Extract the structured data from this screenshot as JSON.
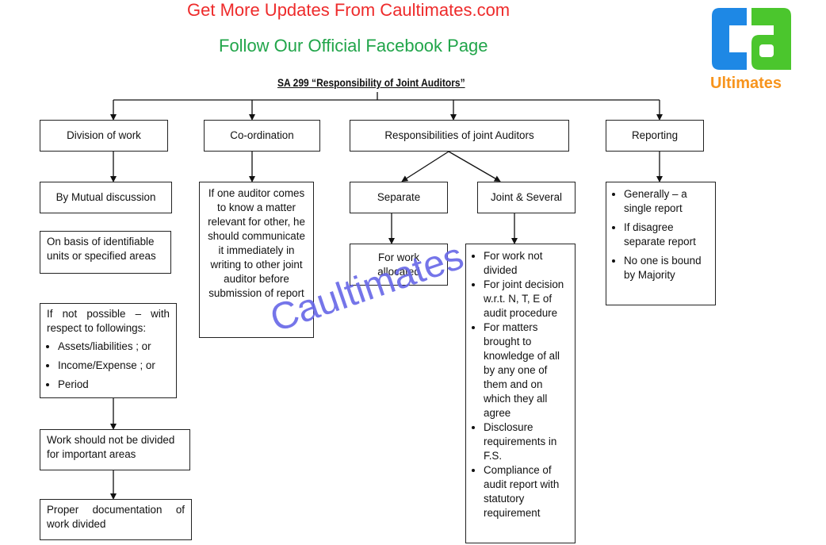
{
  "header": {
    "line1": "Get More Updates From Caultimates.com",
    "line2": "Follow Our Official Facebook Page",
    "color1": "#ee2b2b",
    "color2": "#21a54a"
  },
  "logo": {
    "text": "Ultimates",
    "mark": "CA",
    "blue": "#1e88e5",
    "green": "#4bc62d",
    "orange": "#f7941d"
  },
  "title": "SA 299 “Responsibility of Joint Auditors”",
  "watermark": "Caultimates",
  "nodes": {
    "division": "Division of work",
    "coordination": "Co-ordination",
    "responsibilities": "Responsibilities of joint Auditors",
    "reporting": "Reporting",
    "mutual": "By Mutual discussion",
    "basis": "On basis of identifiable units or specified areas",
    "not_possible": "If not possible – with respect to followings:",
    "not_possible_items": [
      "Assets/liabilities ; or",
      "Income/Expense ; or",
      "Period"
    ],
    "not_divided": "Work should not be divided for important areas",
    "documentation": "Proper documentation of work divided",
    "coord_text": "If one auditor comes to know a matter relevant for other, he should communicate it immediately in writing to other joint auditor before submission of report",
    "separate": "Separate",
    "joint_several": "Joint & Several",
    "allocated": "For work allocated",
    "joint_items": [
      "For work not divided",
      "For joint decision w.r.t. N, T, E of audit procedure",
      "For matters brought to knowledge of all by any one of them and on which they all agree",
      "Disclosure requirements in F.S.",
      "Compliance of audit report with statutory requirement"
    ],
    "reporting_items": [
      "Generally – a single report",
      "If disagree separate report",
      "No one is bound by Majority"
    ]
  }
}
